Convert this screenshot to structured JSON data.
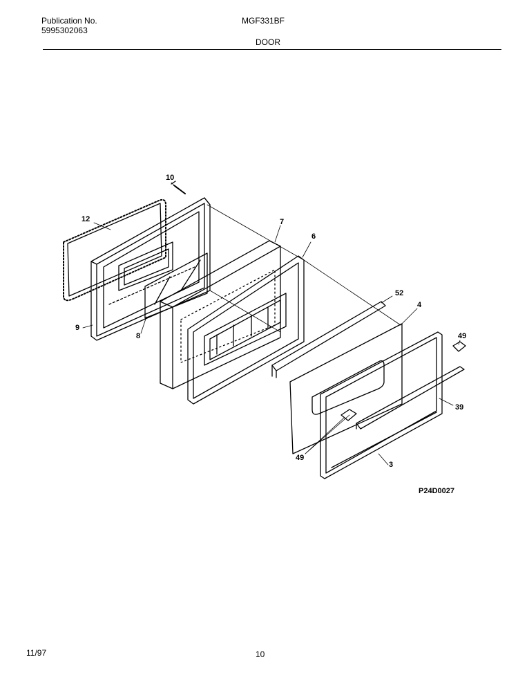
{
  "header": {
    "publication_label": "Publication No.",
    "publication_number": "5995302063",
    "model": "MGF331BF",
    "section": "DOOR"
  },
  "diagram": {
    "drawing_code": "P24D0027",
    "callouts": {
      "c10": "10",
      "c12": "12",
      "c9": "9",
      "c8": "8",
      "c7": "7",
      "c6": "6",
      "c52": "52",
      "c4": "4",
      "c49a": "49",
      "c39": "39",
      "c49b": "49",
      "c3": "3"
    }
  },
  "footer": {
    "date": "11/97",
    "page_number": "10"
  }
}
